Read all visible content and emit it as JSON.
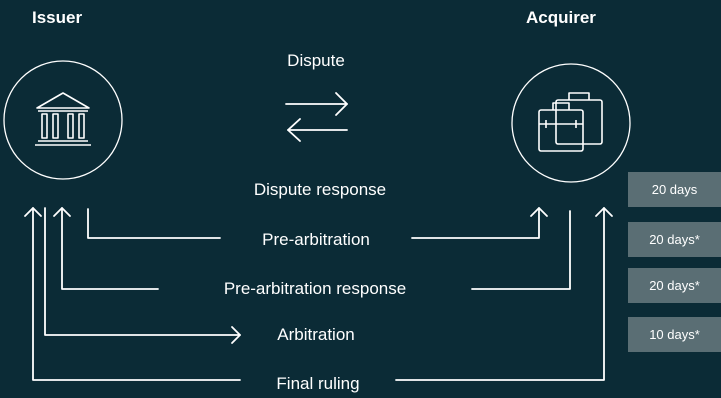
{
  "issuer": {
    "title": "Issuer",
    "icon": "bank-icon"
  },
  "acquirer": {
    "title": "Acquirer",
    "icon": "briefcase-icon"
  },
  "flows": {
    "dispute": "Dispute",
    "dispute_response": "Dispute response",
    "pre_arbitration": "Pre-arbitration",
    "pre_arbitration_response": "Pre-arbitration response",
    "arbitration": "Arbitration",
    "final_ruling": "Final ruling"
  },
  "timeframes": [
    "20 days",
    "20 days*",
    "20 days*",
    "10 days*"
  ],
  "colors": {
    "background": "#0b2b36",
    "line": "#ffffff",
    "badge": "#5a6e74"
  }
}
